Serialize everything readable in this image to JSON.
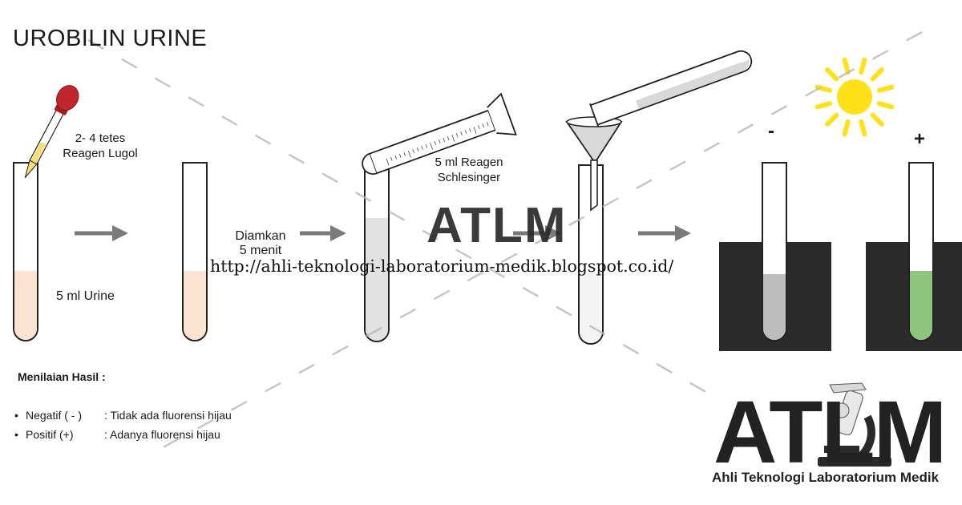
{
  "title": "UROBILIN URINE",
  "steps": {
    "lugol_line1": "2- 4 tetes",
    "lugol_line2": "Reagen Lugol",
    "urine": "5 ml Urine",
    "rest_line1": "Diamkan",
    "rest_line2": "5 menit",
    "schlesinger_line1": "5 ml Reagen",
    "schlesinger_line2": "Schlesinger"
  },
  "results": {
    "negative_sign": "-",
    "positive_sign": "+",
    "heading": "Menilaian Hasil :",
    "items": [
      {
        "bullet": "•",
        "label": "Negatif ( - )",
        "desc": ": Tidak ada fluorensi hijau"
      },
      {
        "bullet": "•",
        "label": "Positif (+)",
        "desc": ": Adanya fluorensi hijau"
      }
    ]
  },
  "watermark": {
    "text": "ATLM",
    "url": "http://ahli-teknologi-laboratorium-medik.blogspot.co.id/"
  },
  "logo": {
    "text": "ATLM",
    "subtitle": "Ahli Teknologi Laboratorium Medik"
  },
  "colors": {
    "urine": "#fde3d2",
    "reagent": "#e2e2e2",
    "negative_fluid": "#bdbdbd",
    "positive_fluid": "#8dc57d",
    "dark_box": "#2b2b2b",
    "arrow": "#7a7a7a",
    "sun": "#ffe11a",
    "pipette_bulb": "#c0262c"
  },
  "icons": [
    "pipette-icon",
    "test-tube-icon",
    "arrow-right-icon",
    "measuring-cylinder-icon",
    "funnel-icon",
    "sun-icon",
    "microscope-icon"
  ]
}
